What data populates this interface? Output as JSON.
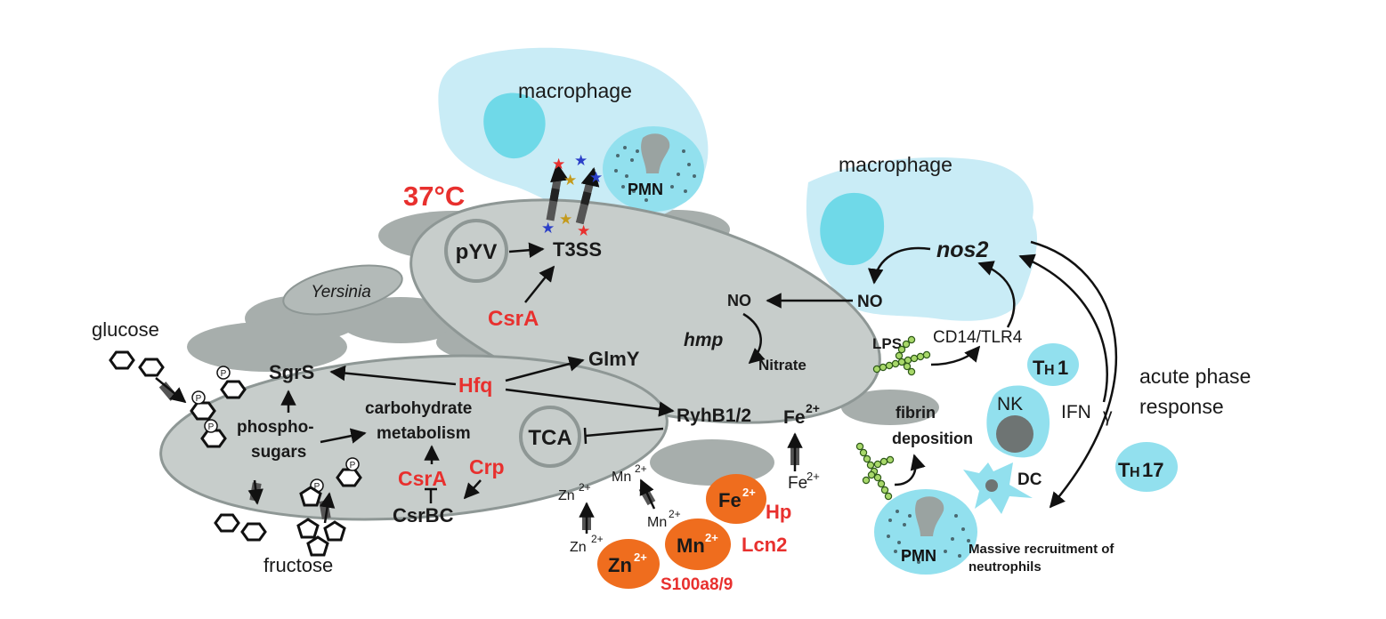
{
  "colors": {
    "cell_fill": "#c7cdcb",
    "cell_stroke": "#8e9795",
    "background_cell": "#a7aeac",
    "host_cell": "#c9ecf6",
    "host_nucleus": "#6fd9e8",
    "immune_cell": "#92e0ee",
    "metal_ion": "#ef6d1e",
    "host_factor_red": "#e8302e",
    "lps_bead": "#a8d86a"
  },
  "labels": {
    "macrophage_top": "macrophage",
    "macrophage_right": "macrophage",
    "pmn_top": "PMN",
    "pmn_bottom": "PMN",
    "temperature": "37°C",
    "pyv": "pYV",
    "t3ss": "T3SS",
    "yersinia": "Yersinia",
    "csra_top": "CsrA",
    "no_bacteria": "NO",
    "hmp": "hmp",
    "nitrate": "Nitrate",
    "glmy": "GlmY",
    "hfq": "Hfq",
    "sgrs": "SgrS",
    "glucose": "glucose",
    "phospho": "phospho-",
    "sugars": "sugars",
    "carbohydrate": "carbohydrate",
    "metabolism": "metabolism",
    "tca": "TCA",
    "ryhb": "RyhB1/2",
    "fe_inside": "Fe",
    "fe_inside_sup": "2+",
    "fe_outside": "Fe",
    "fe_outside_sup": "2+",
    "csra_bottom": "CsrA",
    "crp": "Crp",
    "csrbc": "CsrBC",
    "fructose": "fructose",
    "zn_inside": "Zn",
    "zn_inside_sup": "2+",
    "zn_outside": "Zn",
    "zn_outside_sup": "2+",
    "mn_inside": "Mn",
    "mn_inside_sup": "2+",
    "mn_outside": "Mn",
    "mn_outside_sup": "2+",
    "fe_ion": "Fe",
    "fe_ion_sup": "2+",
    "mn_ion": "Mn",
    "mn_ion_sup": "2+",
    "zn_ion": "Zn",
    "zn_ion_sup": "2+",
    "hp": "Hp",
    "lcn2": "Lcn2",
    "s100": "S100a8/9",
    "nos2": "nos2",
    "no_macrophage": "NO",
    "cd14": "CD14/TLR4",
    "lps": "LPS",
    "fibrin": "fibrin",
    "deposition": "deposition",
    "th1": "T",
    "th1_sub": "H",
    "th1_num": "1",
    "th17": "T",
    "th17_sub": "H",
    "th17_num": "17",
    "nk": "NK",
    "dc": "DC",
    "ifn": "IFN",
    "ifn_greek": "γ",
    "acute_1": "acute phase",
    "acute_2": "response",
    "massive_1": "Massive recruitment of",
    "massive_2": "neutrophils",
    "phosphate_mark": "P"
  }
}
